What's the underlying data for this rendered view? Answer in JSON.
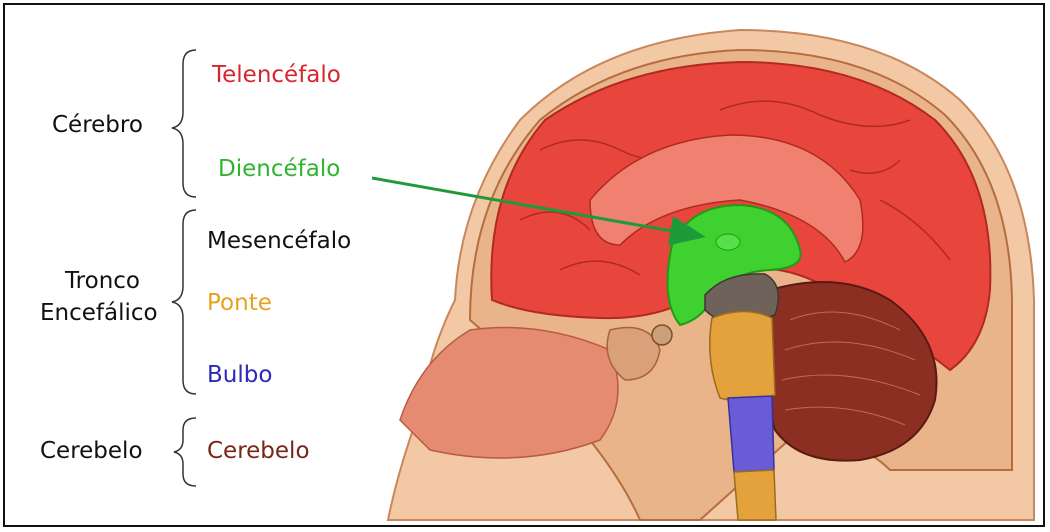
{
  "groups": [
    {
      "name": "Cérebro",
      "parts": [
        {
          "label": "Telencéfalo",
          "color": "#d6262e"
        },
        {
          "label": "Diencéfalo",
          "color": "#2fb52f"
        }
      ]
    },
    {
      "name_line1": "Tronco",
      "name_line2": "Encefálico",
      "parts": [
        {
          "label": "Mesencéfalo",
          "color": "#111111"
        },
        {
          "label": "Ponte",
          "color": "#e6a21e"
        },
        {
          "label": "Bulbo",
          "color": "#2a2ab8"
        }
      ]
    },
    {
      "name": "Cerebelo",
      "parts": [
        {
          "label": "Cerebelo",
          "color": "#7a2418"
        }
      ]
    }
  ],
  "colors": {
    "telencefalo": "#e8453c",
    "diencefalo": "#3fd12f",
    "mesencefalo": "#6e625a",
    "ponte": "#e3a23c",
    "bulbo": "#6a5bd6",
    "cerebelo": "#8a2f22",
    "arrow": "#1f9a3a"
  }
}
